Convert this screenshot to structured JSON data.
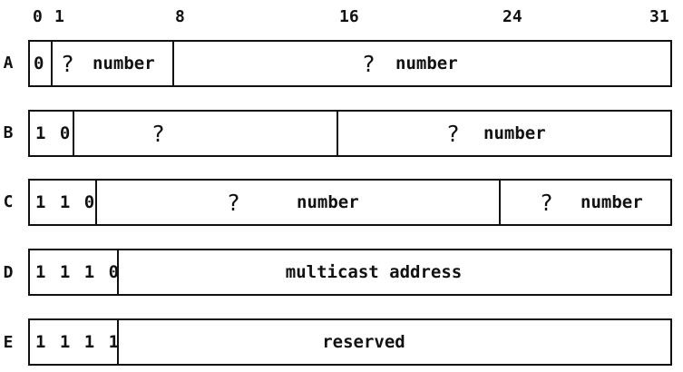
{
  "bit_ticks": [
    "0",
    "1",
    "8",
    "16",
    "24",
    "31"
  ],
  "classes": [
    {
      "label": "A",
      "prefix": "0",
      "fields": [
        {
          "marker": "?",
          "text": "number"
        },
        {
          "marker": "?",
          "text": "number"
        }
      ]
    },
    {
      "label": "B",
      "prefix": "1 0",
      "fields": [
        {
          "marker": "?",
          "text": ""
        },
        {
          "marker": "?",
          "text": "number"
        }
      ]
    },
    {
      "label": "C",
      "prefix": "1 1 0",
      "fields": [
        {
          "marker": "?",
          "text": "number"
        },
        {
          "marker": "?",
          "text": "number"
        }
      ]
    },
    {
      "label": "D",
      "prefix": "1 1 1 0",
      "fields": [
        {
          "marker": "",
          "text": "multicast address"
        }
      ]
    },
    {
      "label": "E",
      "prefix": "1 1 1 1",
      "fields": [
        {
          "marker": "",
          "text": "reserved"
        }
      ]
    }
  ]
}
